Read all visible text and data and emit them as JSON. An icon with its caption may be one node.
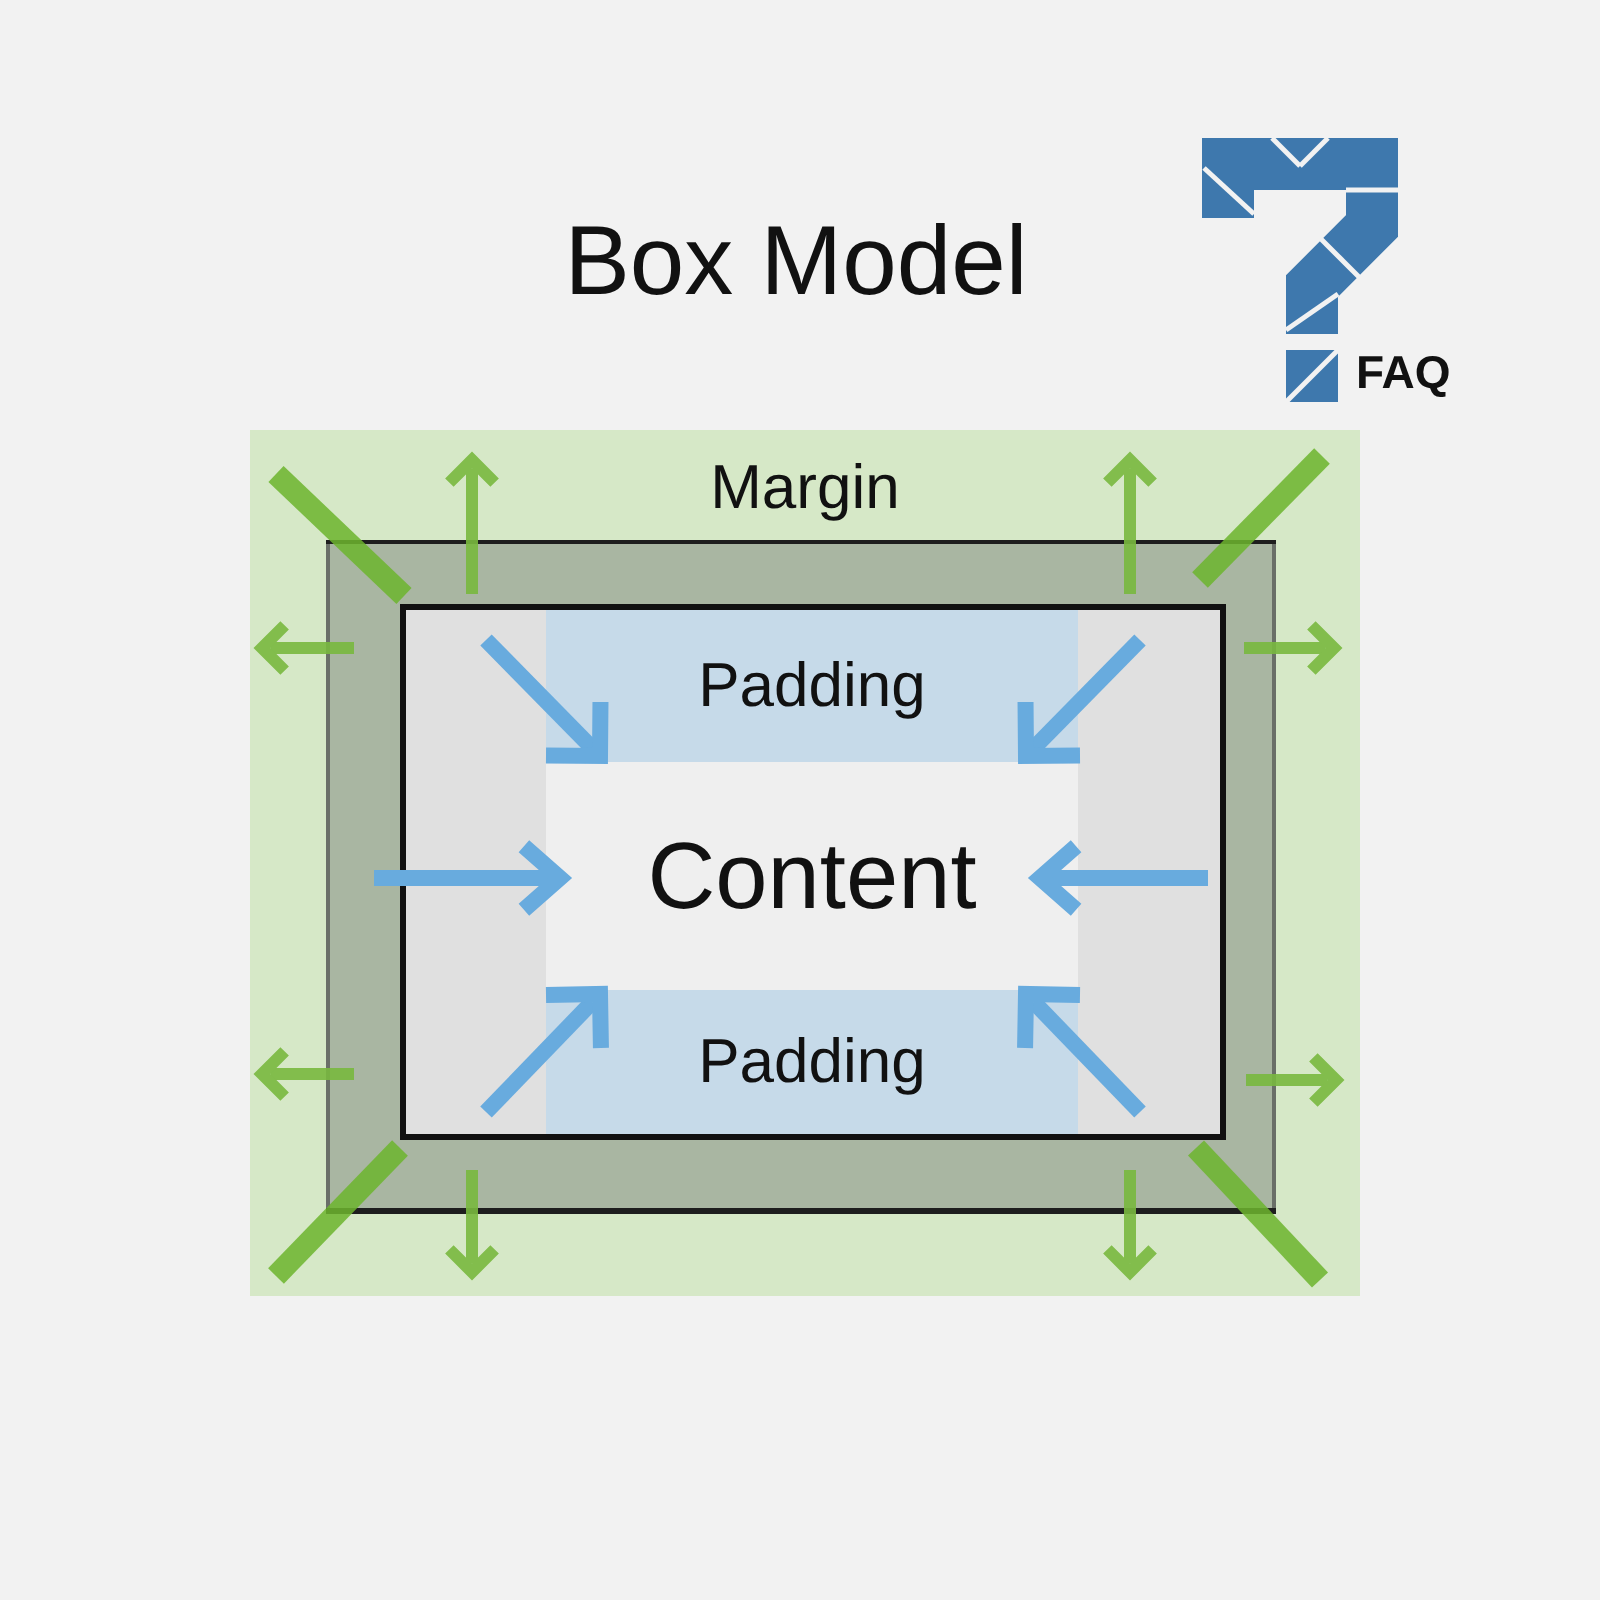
{
  "diagram": {
    "title": "Box Model",
    "nodes": [
      {
        "text": [
          "Margin"
        ]
      },
      {
        "text": [],
        "shape": "box",
        "in": 0
      },
      {
        "text": [],
        "shape": "box",
        "in": 1
      },
      {
        "text": [
          "Padding"
        ],
        "in": 2
      },
      {
        "text": [
          "Content"
        ],
        "in": 2
      },
      {
        "text": [
          "Padding"
        ],
        "in": 2
      }
    ],
    "labels": [
      "FAQ"
    ]
  }
}
